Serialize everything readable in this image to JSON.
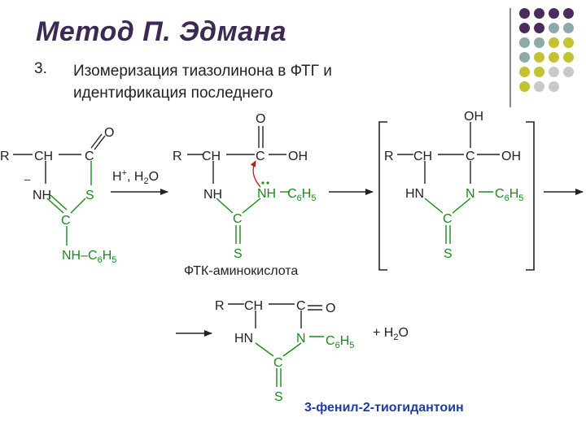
{
  "slide": {
    "title": "Метод П. Эдмана",
    "item_number": "3.",
    "item_line1": "Изомеризация тиазолинона в ФТГ и",
    "item_line2": "идентификация последнего"
  },
  "colors": {
    "title": "#3c2a54",
    "bond_black": "#222222",
    "bond_green": "#1a8a1a",
    "arrow_red": "#c41a1a",
    "caption_blue": "#1f3da0",
    "dot_purple": "#4b2a5c",
    "dot_teal": "#8fa8a8",
    "dot_olive": "#c2c234",
    "dot_gray": "#c9c9c9"
  },
  "decor_dots": [
    [
      "purple",
      "purple",
      "purple",
      "purple"
    ],
    [
      "purple",
      "purple",
      "teal",
      "teal"
    ],
    [
      "teal",
      "teal",
      "olive",
      "olive"
    ],
    [
      "teal",
      "olive",
      "olive",
      "olive"
    ],
    [
      "olive",
      "olive",
      "gray",
      "gray"
    ],
    [
      "olive",
      "gray",
      "gray",
      ""
    ]
  ],
  "scheme": {
    "m1": {
      "r": "R",
      "ch": "CH",
      "c": "C",
      "o": "O",
      "minus": "–",
      "nh": "NH",
      "s": "S",
      "c2": "C",
      "nh2": "NH",
      "c6": "C",
      "sub6": "6",
      "h5": "H",
      "sub5": "5"
    },
    "arrow1": {
      "h": "H",
      "plus": "+",
      "rest": ", H",
      "sub2": "2",
      "o": "O"
    },
    "m2": {
      "r": "R",
      "ch": "CH",
      "c": "C",
      "o": "O",
      "oh": "OH",
      "nh": "NH",
      "nh2": "NH",
      "c6": "C",
      "sub6": "6",
      "h5": "H",
      "sub5": "5",
      "c2": "C",
      "s": "S",
      "caption": "ФТК-аминокислота"
    },
    "m3": {
      "r": "R",
      "ch": "CH",
      "c": "C",
      "oh_top": "OH",
      "oh_right": "OH",
      "hn": "HN",
      "n": "N",
      "c6": "C",
      "sub6": "6",
      "h5": "H",
      "sub5": "5",
      "c2": "C",
      "s": "S"
    },
    "m4": {
      "r": "R",
      "ch": "CH",
      "c": "C",
      "o": "O",
      "hn": "HN",
      "n": "N",
      "c6": "C",
      "sub6": "6",
      "h5": "H",
      "sub5": "5",
      "c2": "C",
      "s": "S"
    },
    "water": {
      "plus": "+ H",
      "sub2": "2",
      "o": "O"
    },
    "product_name": "3-фенил-2-тиогидантоин"
  }
}
